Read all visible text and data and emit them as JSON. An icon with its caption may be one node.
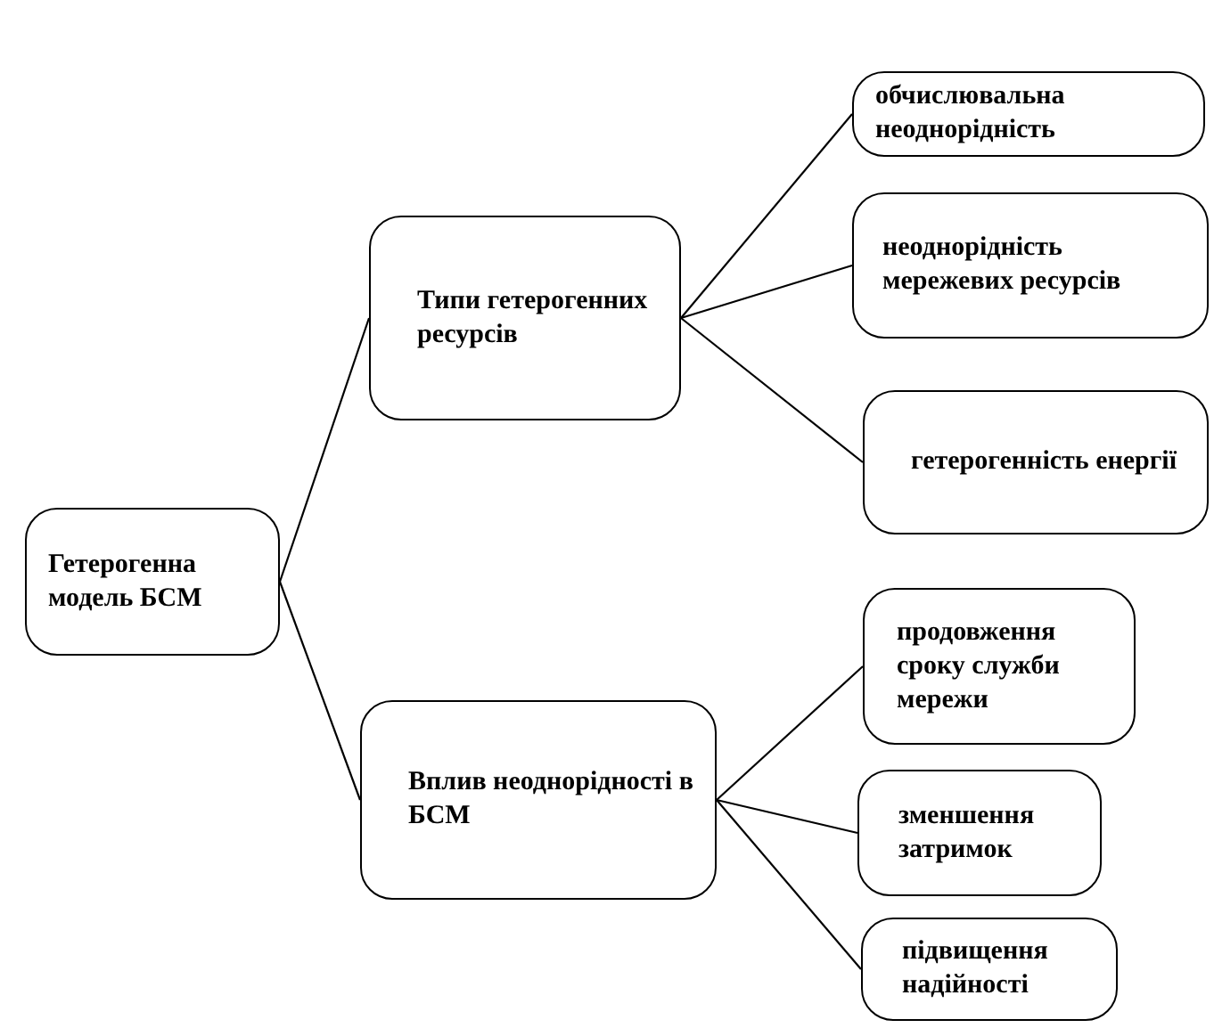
{
  "diagram": {
    "nodes": [
      {
        "text": [
          "Гетерогенна модель БСМ"
        ]
      },
      {
        "text": [
          "Типи гетерогенних ресурсів"
        ]
      },
      {
        "text": [
          "обчислювальна неоднорідність"
        ]
      },
      {
        "text": [
          "неоднорідність мережевих ресурсів"
        ]
      },
      {
        "text": [
          "гетерогенність енергії"
        ]
      },
      {
        "text": [
          "Вплив неоднорідності в БСМ"
        ]
      },
      {
        "text": [
          "продовження сроку служби мережи"
        ]
      },
      {
        "text": [
          "зменшення затримок"
        ]
      },
      {
        "text": [
          "підвищення надійності"
        ]
      }
    ],
    "edges": [
      {
        "from": 0,
        "to": 1,
        "arrow": "none"
      },
      {
        "from": 0,
        "to": 5,
        "arrow": "none"
      },
      {
        "from": 1,
        "to": 2,
        "arrow": "none"
      },
      {
        "from": 1,
        "to": 3,
        "arrow": "none"
      },
      {
        "from": 1,
        "to": 4,
        "arrow": "none"
      },
      {
        "from": 5,
        "to": 6,
        "arrow": "none"
      },
      {
        "from": 5,
        "to": 7,
        "arrow": "none"
      },
      {
        "from": 5,
        "to": 8,
        "arrow": "none"
      }
    ]
  }
}
